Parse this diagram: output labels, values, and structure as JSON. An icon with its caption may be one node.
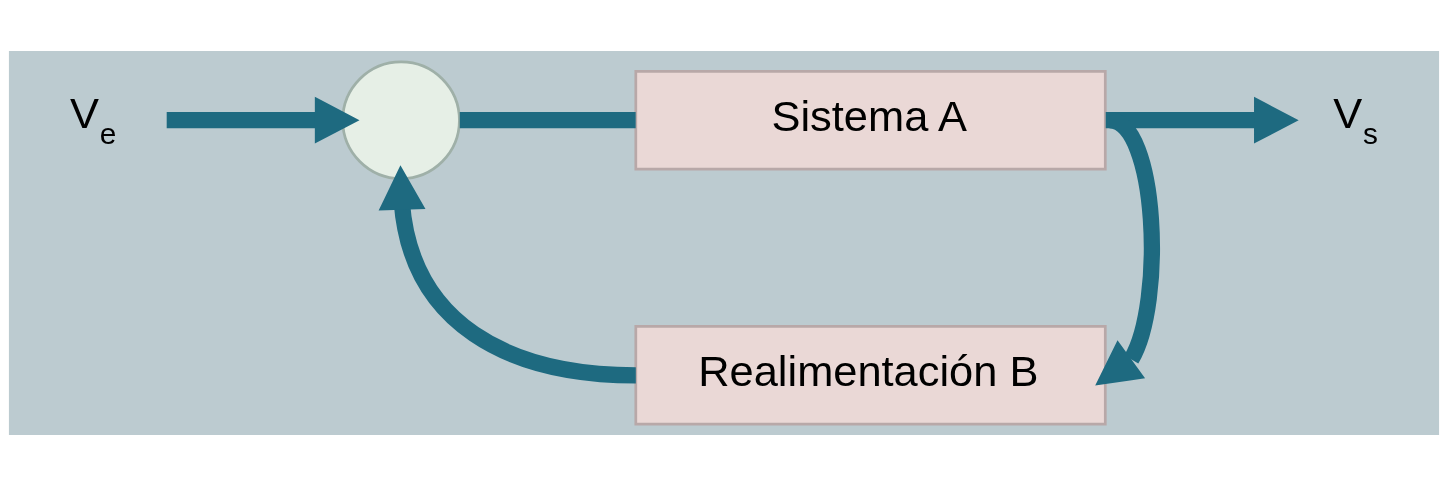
{
  "diagram": {
    "nodes": [
      {
        "text": [
          "V$_{e}$"
        ]
      },
      {
        "text": [],
        "shape": "circle"
      },
      {
        "text": [
          "Sistema A"
        ]
      },
      {
        "text": [
          "V$_{s}$"
        ]
      },
      {
        "text": [
          "Realimentación B"
        ]
      }
    ],
    "edges": [
      {
        "from": 0,
        "to": 1,
        "arrow": "to"
      },
      {
        "from": 1,
        "to": 2,
        "arrow": "none"
      },
      {
        "from": 2,
        "to": 3,
        "arrow": "to"
      },
      {
        "from": 2,
        "to": 4,
        "arrow": "to"
      },
      {
        "from": 4,
        "to": 1,
        "arrow": "to"
      }
    ]
  }
}
